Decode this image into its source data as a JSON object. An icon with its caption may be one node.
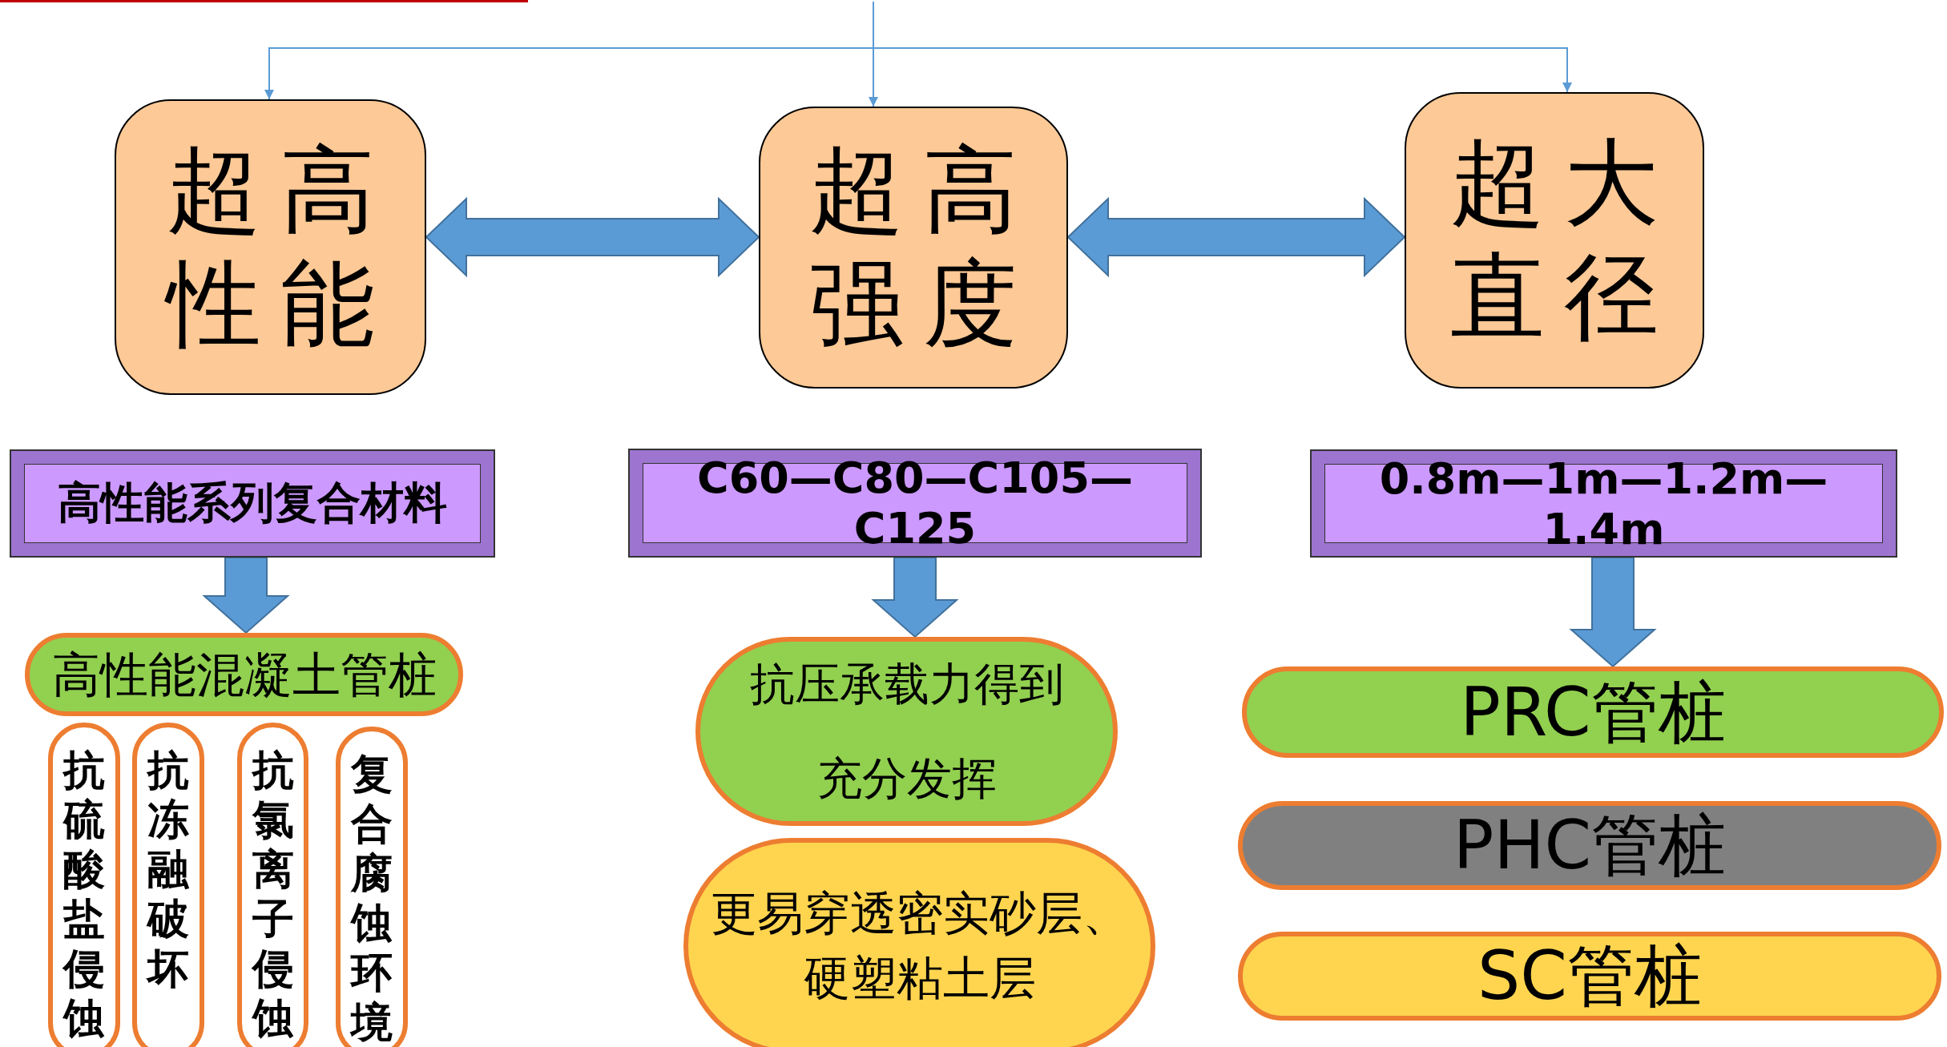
{
  "diagram": {
    "nodes": [
      {
        "text": [
          "超高性能"
        ]
      },
      {
        "text": [
          "超高强度"
        ]
      },
      {
        "text": [
          "超大直径"
        ]
      },
      {
        "text": [
          "高性能系列复合材料"
        ]
      },
      {
        "text": [
          "C60—C80—C105—C125"
        ]
      },
      {
        "text": [
          "0.8m—1m—1.2m—1.4m"
        ]
      },
      {
        "text": [
          "高性能混凝土管桩"
        ]
      },
      {
        "text": [
          "抗硫酸盐侵蚀"
        ]
      },
      {
        "text": [
          "抗冻融破坏"
        ]
      },
      {
        "text": [
          "抗氯离子侵蚀"
        ]
      },
      {
        "text": [
          "复合腐蚀环境"
        ]
      },
      {
        "text": [
          "抗压承载力得到充分发挥"
        ]
      },
      {
        "text": [
          "更易穿透密实砂层、硬塑粘土层"
        ]
      },
      {
        "text": [
          "PRC管桩"
        ]
      },
      {
        "text": [
          "PHC管桩"
        ]
      },
      {
        "text": [
          "SC管桩"
        ]
      }
    ],
    "edges": [
      {
        "from": null,
        "to": 0,
        "arrow": "to"
      },
      {
        "from": null,
        "to": 1,
        "arrow": "to"
      },
      {
        "from": null,
        "to": 2,
        "arrow": "to"
      },
      {
        "from": 0,
        "to": 1,
        "arrow": "both",
        "style": "thick"
      },
      {
        "from": 1,
        "to": 2,
        "arrow": "both",
        "style": "thick"
      },
      {
        "from": 3,
        "to": 6,
        "arrow": "to",
        "style": "thick"
      },
      {
        "from": 4,
        "to": 11,
        "arrow": "to",
        "style": "thick"
      },
      {
        "from": 5,
        "to": 13,
        "arrow": "to",
        "style": "thick"
      }
    ]
  }
}
